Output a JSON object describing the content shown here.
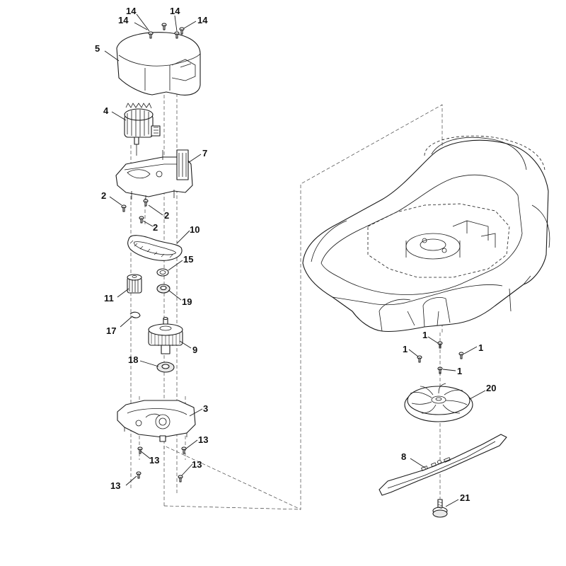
{
  "callouts": {
    "c14a": "14",
    "c14b": "14",
    "c14c": "14",
    "c14d": "14",
    "c5": "5",
    "c4": "4",
    "c7": "7",
    "c2a": "2",
    "c2b": "2",
    "c2c": "2",
    "c10": "10",
    "c15": "15",
    "c11": "11",
    "c19": "19",
    "c17": "17",
    "c9": "9",
    "c18": "18",
    "c3": "3",
    "c13a": "13",
    "c13b": "13",
    "c13c": "13",
    "c13d": "13",
    "c1a": "1",
    "c1b": "1",
    "c1c": "1",
    "c1d": "1",
    "c20": "20",
    "c8": "8",
    "c21": "21"
  }
}
